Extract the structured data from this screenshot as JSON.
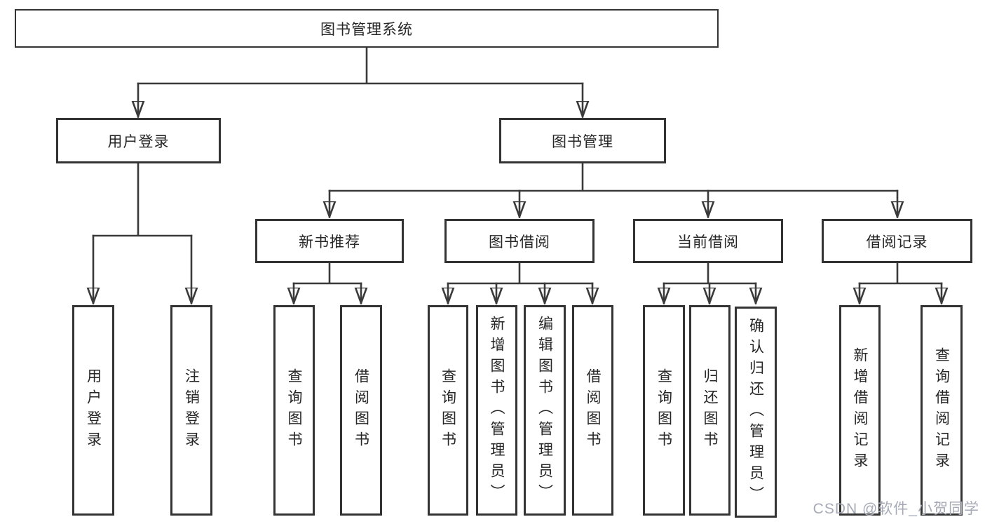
{
  "nodes": {
    "root": "图书管理系统",
    "user_login": "用户登录",
    "book_mgmt": "图书管理",
    "new_book_recommend": "新书推荐",
    "book_borrow": "图书借阅",
    "current_borrow": "当前借阅",
    "borrow_record": "借阅记录",
    "leaf_user_login": "用户登录",
    "leaf_logout_login": "注销登录",
    "leaf_nbr_query_book": "查询图书",
    "leaf_nbr_borrow_book": "借阅图书",
    "leaf_bb_query_book": "查询图书",
    "leaf_bb_add_book_admin": "新增图书（管理员）",
    "leaf_bb_edit_book_admin": "编辑图书（管理员）",
    "leaf_bb_borrow_book": "借阅图书",
    "leaf_cb_query_book": "查询图书",
    "leaf_cb_return_book": "归还图书",
    "leaf_cb_confirm_return_admin": "确认归还（管理员）",
    "leaf_br_add_record": "新增借阅记录",
    "leaf_br_query_record": "查询借阅记录"
  },
  "watermark": "CSDN @软件_小贺同学",
  "colors": {
    "line": "#3a3a3a",
    "box_border": "#333333",
    "box_fill": "#ffffff",
    "text": "#262626",
    "background": "#ffffff",
    "watermark": "#a6aab6"
  }
}
